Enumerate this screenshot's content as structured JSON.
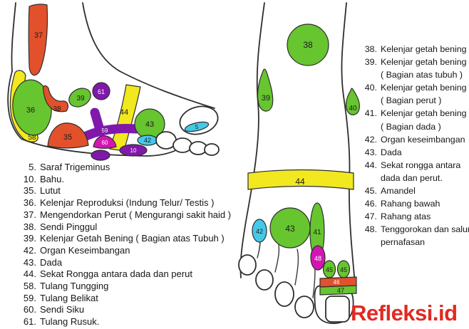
{
  "palette": {
    "green": "#67c52f",
    "yellow": "#f2e81f",
    "red": "#e2512c",
    "purple": "#8019ab",
    "magenta": "#d316b3",
    "cyan": "#45c9e8",
    "brand_red": "#e12a22"
  },
  "brand": {
    "label": "Refleksi.id"
  },
  "left_foot": {
    "zones": {
      "z37": "37",
      "z58": "58",
      "z36": "36",
      "z38": "38",
      "z39": "39",
      "z61": "61",
      "z44": "44",
      "z59": "59",
      "z43": "43",
      "z42": "42",
      "z35": "35",
      "z60": "60",
      "z10": "10",
      "z5": "5"
    }
  },
  "right_foot": {
    "zones": {
      "z38": "38",
      "z39": "39",
      "z40": "40",
      "z44": "44",
      "z42": "42",
      "z43": "43",
      "z41": "41",
      "z48": "48",
      "z45a": "45",
      "z45b": "45",
      "z46": "46",
      "z47": "47"
    }
  },
  "left_list": {
    "items": [
      {
        "num": "5.",
        "text": "Saraf Trigeminus"
      },
      {
        "num": "10.",
        "text": "Bahu."
      },
      {
        "num": "35.",
        "text": "Lutut"
      },
      {
        "num": "36.",
        "text": "Kelenjar Reproduksi (Indung Telur/ Testis )"
      },
      {
        "num": "37.",
        "text": "Mengendorkan Perut ( Mengurangi sakit haid )"
      },
      {
        "num": "38.",
        "text": "Sendi Pinggul"
      },
      {
        "num": "39.",
        "text": "Kelenjar Getah Bening ( Bagian atas Tubuh )"
      },
      {
        "num": "42.",
        "text": "Organ Keseimbangan"
      },
      {
        "num": "43.",
        "text": "Dada"
      },
      {
        "num": "44.",
        "text": "Sekat Rongga antara dada dan perut"
      },
      {
        "num": "58.",
        "text": "Tulang Tungging"
      },
      {
        "num": "59.",
        "text": "Tulang Belikat"
      },
      {
        "num": "60.",
        "text": "Sendi Siku"
      },
      {
        "num": "61.",
        "text": "Tulang Rusuk."
      }
    ]
  },
  "right_list": {
    "items": [
      {
        "num": "38.",
        "text": "Kelenjar getah bening"
      },
      {
        "num": "39.",
        "text": "Kelenjar getah bening\n( Bagian atas tubuh )"
      },
      {
        "num": "40.",
        "text": "Kelenjar getah bening\n( Bagian perut )"
      },
      {
        "num": "41.",
        "text": "Kelenjar getah bening\n( Bagian dada )"
      },
      {
        "num": "42.",
        "text": "Organ keseimbangan"
      },
      {
        "num": "43.",
        "text": "Dada"
      },
      {
        "num": "44.",
        "text": "Sekat rongga antara\ndada dan perut."
      },
      {
        "num": "45.",
        "text": "Amandel"
      },
      {
        "num": "46.",
        "text": "Rahang bawah"
      },
      {
        "num": "47.",
        "text": "Rahang atas"
      },
      {
        "num": "48.",
        "text": "Tenggorokan dan saluran\npernafasan"
      }
    ]
  }
}
